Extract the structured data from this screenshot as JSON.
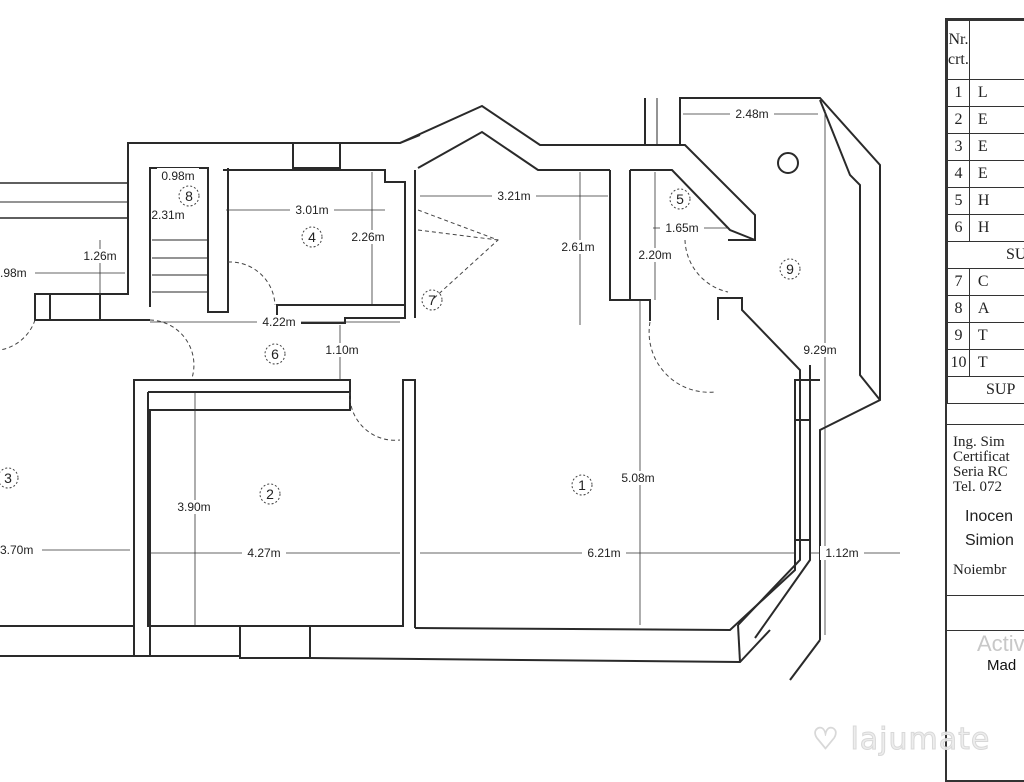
{
  "plan": {
    "rooms": [
      {
        "id": "1",
        "label": "1"
      },
      {
        "id": "2",
        "label": "2"
      },
      {
        "id": "3",
        "label": "3"
      },
      {
        "id": "4",
        "label": "4"
      },
      {
        "id": "5",
        "label": "5"
      },
      {
        "id": "6",
        "label": "6"
      },
      {
        "id": "7",
        "label": "7"
      },
      {
        "id": "8",
        "label": "8"
      },
      {
        "id": "9",
        "label": "9"
      }
    ],
    "dimensions": {
      "d_098_top": "0.98m",
      "d_231": "2.31m",
      "d_126": "1.26m",
      "d_098_left": ".98m",
      "d_301": "3.01m",
      "d_226": "2.26m",
      "d_422": "4.22m",
      "d_110": "1.10m",
      "d_321": "3.21m",
      "d_261": "2.61m",
      "d_165": "1.65m",
      "d_220": "2.20m",
      "d_248": "2.48m",
      "d_929": "9.29m",
      "d_508": "5.08m",
      "d_621": "6.21m",
      "d_112": "1.12m",
      "d_390": "3.90m",
      "d_427": "4.27m",
      "d_370": "3.70m"
    }
  },
  "legend": {
    "header": {
      "nr": "Nr.",
      "crt": "crt."
    },
    "rows": [
      {
        "nr": "1",
        "name": "L"
      },
      {
        "nr": "2",
        "name": "E"
      },
      {
        "nr": "3",
        "name": "E"
      },
      {
        "nr": "4",
        "name": "E"
      },
      {
        "nr": "5",
        "name": "H"
      },
      {
        "nr": "6",
        "name": "H"
      }
    ],
    "subtotal_1": "SU",
    "rows2": [
      {
        "nr": "7",
        "name": "C"
      },
      {
        "nr": "8",
        "name": "A"
      },
      {
        "nr": "9",
        "name": "T"
      },
      {
        "nr": "10",
        "name": "T"
      }
    ],
    "subtotal_2": "SUP",
    "engineer": {
      "line1": "Ing. Sim",
      "line2": "Certificat",
      "line3": "Seria RC",
      "line4": "Tel. 072",
      "name1": "Inocen",
      "name2": "Simion",
      "date": "Noiembr"
    },
    "activation": "Activ",
    "mad": "Mad"
  },
  "watermark": "lajumate"
}
